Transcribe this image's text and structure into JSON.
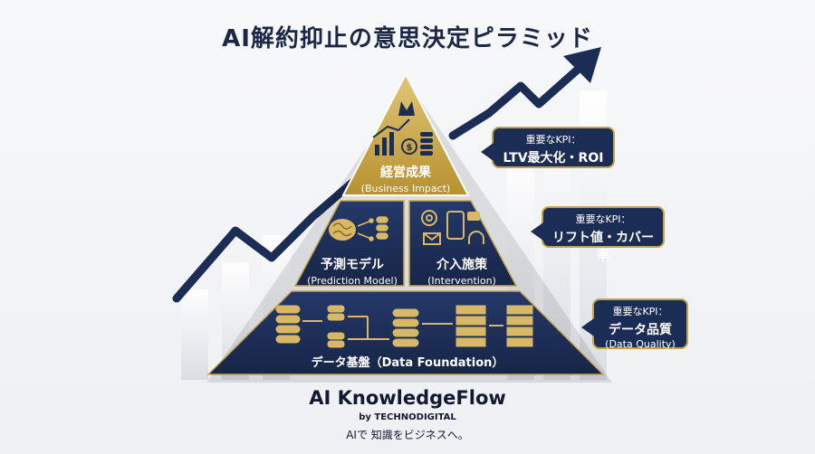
{
  "title": "AI解約抑止の意思決定ピラミッド",
  "pyramid": {
    "top": {
      "label": "経営成果",
      "sublabel": "(Business Impact)"
    },
    "middle_left": {
      "label": "予測モデル",
      "sublabel": "(Prediction Model)"
    },
    "middle_right": {
      "label": "介入施策",
      "sublabel": "(Intervention)"
    },
    "bottom": {
      "label": "データ基盤（Data Foundation）"
    }
  },
  "callouts": [
    {
      "key": "重要なKPI：",
      "value": "LTV最大化・ROI"
    },
    {
      "key": "重要なKPI：",
      "value": "リフト値・カバー率"
    },
    {
      "key": "重要なKPI：",
      "value": "データ品質",
      "sub": "(Data Quality)"
    }
  ],
  "brand": {
    "name": "AI KnowledgeFlow",
    "by": "by TECHNODIGITAL",
    "tagline": "AIで 知識をビジネスへ。"
  },
  "colors": {
    "navy": "#1c2d55",
    "gold": "#c6a24a",
    "gold_dark": "#a9862f"
  }
}
